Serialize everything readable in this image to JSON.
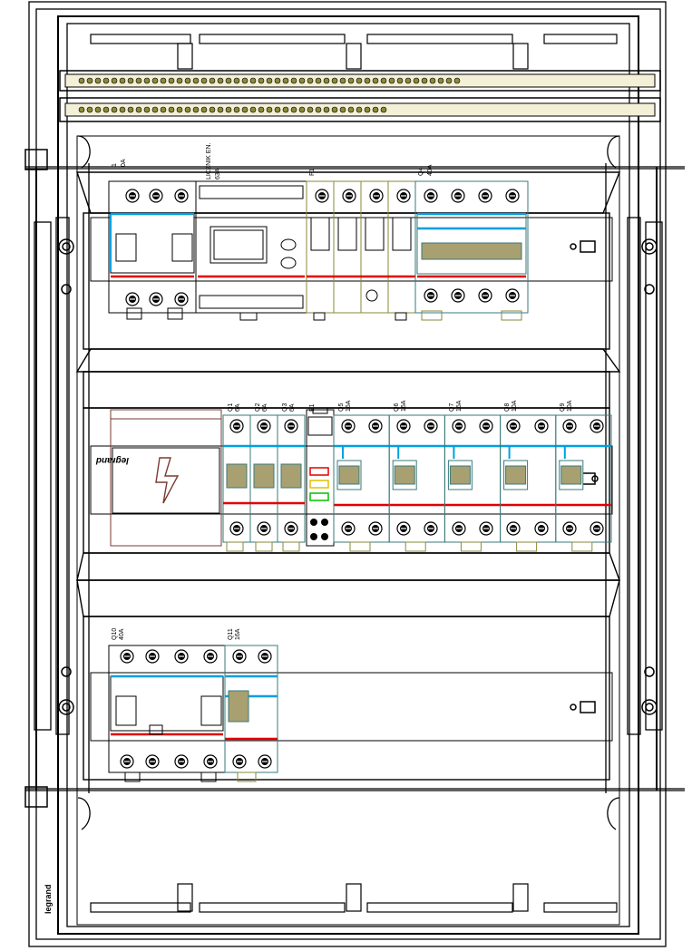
{
  "labels": {
    "meter_line1": "LICZNIK EN.",
    "meter_line2": "63A",
    "row1": [
      {
        "id": "r1_main_top",
        "text": "1"
      },
      {
        "id": "r1_main_bot",
        "text": "0A"
      },
      {
        "id": "r1_f1",
        "text": "F1"
      },
      {
        "id": "r1_q4_top",
        "text": "Q4"
      },
      {
        "id": "r1_q4_bot",
        "text": "40A"
      }
    ],
    "row2": [
      {
        "id": "q1",
        "top": "Q1",
        "bot": "6A"
      },
      {
        "id": "q2",
        "top": "Q2",
        "bot": "6A"
      },
      {
        "id": "q3",
        "top": "Q3",
        "bot": "6A"
      },
      {
        "id": "e1",
        "top": "E1",
        "bot": ""
      },
      {
        "id": "q5",
        "top": "Q5",
        "bot": "16A"
      },
      {
        "id": "q6",
        "top": "Q6",
        "bot": "16A"
      },
      {
        "id": "q7",
        "top": "Q7",
        "bot": "16A"
      },
      {
        "id": "q8",
        "top": "Q8",
        "bot": "10A"
      },
      {
        "id": "q9",
        "top": "Q9",
        "bot": "10A"
      }
    ],
    "row3": [
      {
        "id": "q10",
        "top": "Q10",
        "bot": "40A"
      },
      {
        "id": "q11",
        "top": "Q11",
        "bot": "16A"
      }
    ],
    "brand_logo": "legrand",
    "side_brand": "legrand"
  },
  "colors": {
    "outline": "#000000",
    "phase_bus": "#e00000",
    "neutral_bus": "#00a0e0",
    "breaker_outline": "#3a7a7a",
    "terminal_olive": "#8a8a3a",
    "breaker_fill": "#a8a070",
    "logo_box": "#7a3a30",
    "led_red": "#e00000",
    "led_yellow": "#e0c000",
    "led_green": "#00c000"
  },
  "icons": [
    "terminal-screw-icon",
    "din-rail",
    "lightning-bolt-icon",
    "indicator-led-icon"
  ]
}
